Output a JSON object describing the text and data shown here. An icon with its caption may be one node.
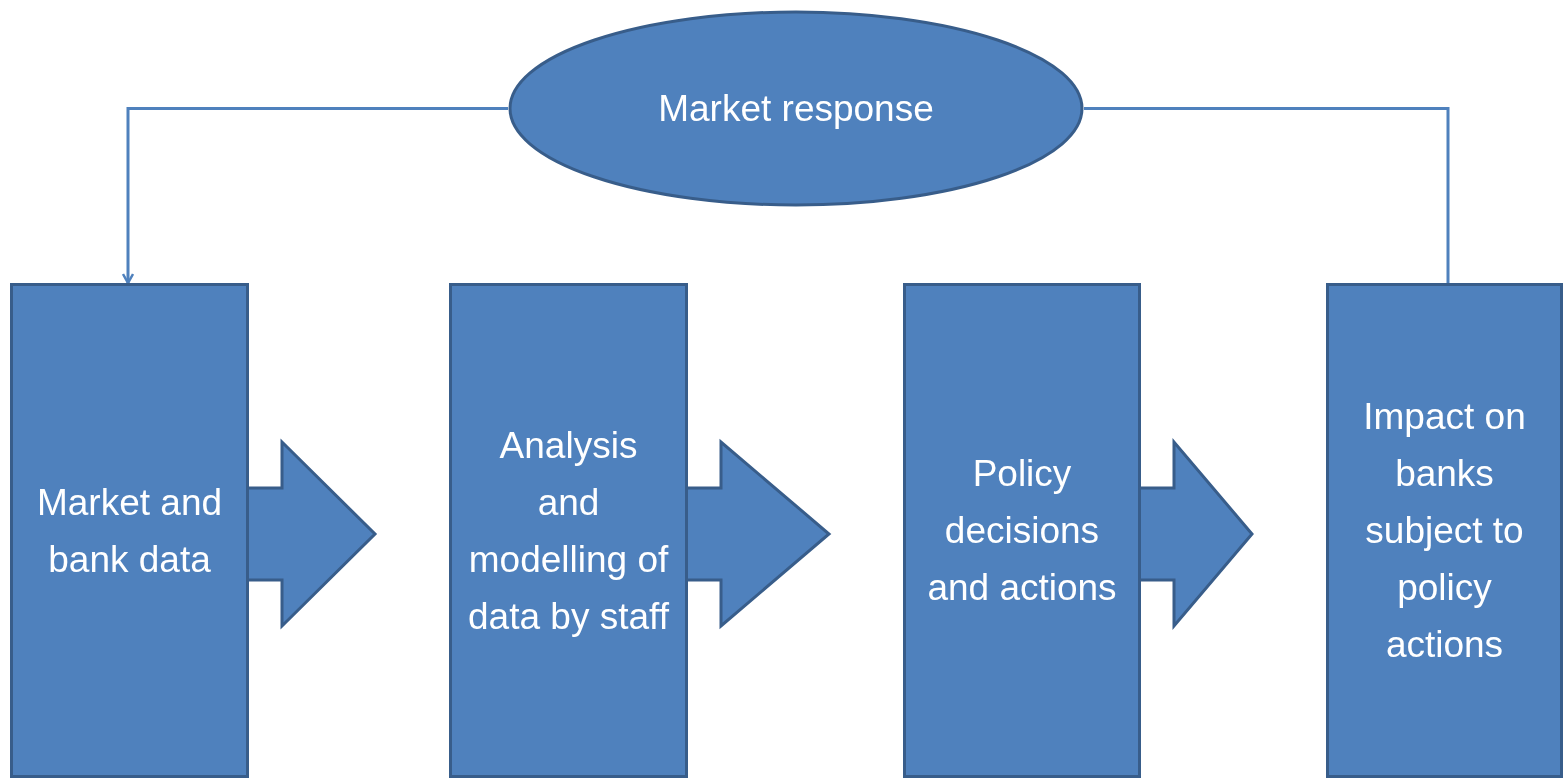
{
  "diagram": {
    "nodes": [
      {
        "text": [
          "Market response"
        ]
      },
      {
        "text": [
          "Market and bank data"
        ]
      },
      {
        "text": [
          "Analysis and modelling of data by staff"
        ]
      },
      {
        "text": [
          "Policy decisions and actions"
        ]
      },
      {
        "text": [
          "Impact on banks subject to policy actions"
        ]
      }
    ],
    "edges": [
      {
        "from": 0,
        "to": 1,
        "arrow": "to"
      },
      {
        "from": 1,
        "to": 2,
        "arrow": "to",
        "style": "thick"
      },
      {
        "from": 2,
        "to": 3,
        "arrow": "to",
        "style": "thick"
      },
      {
        "from": 3,
        "to": 4,
        "arrow": "to",
        "style": "thick"
      },
      {
        "from": 4,
        "to": 0,
        "arrow": "none"
      }
    ]
  }
}
